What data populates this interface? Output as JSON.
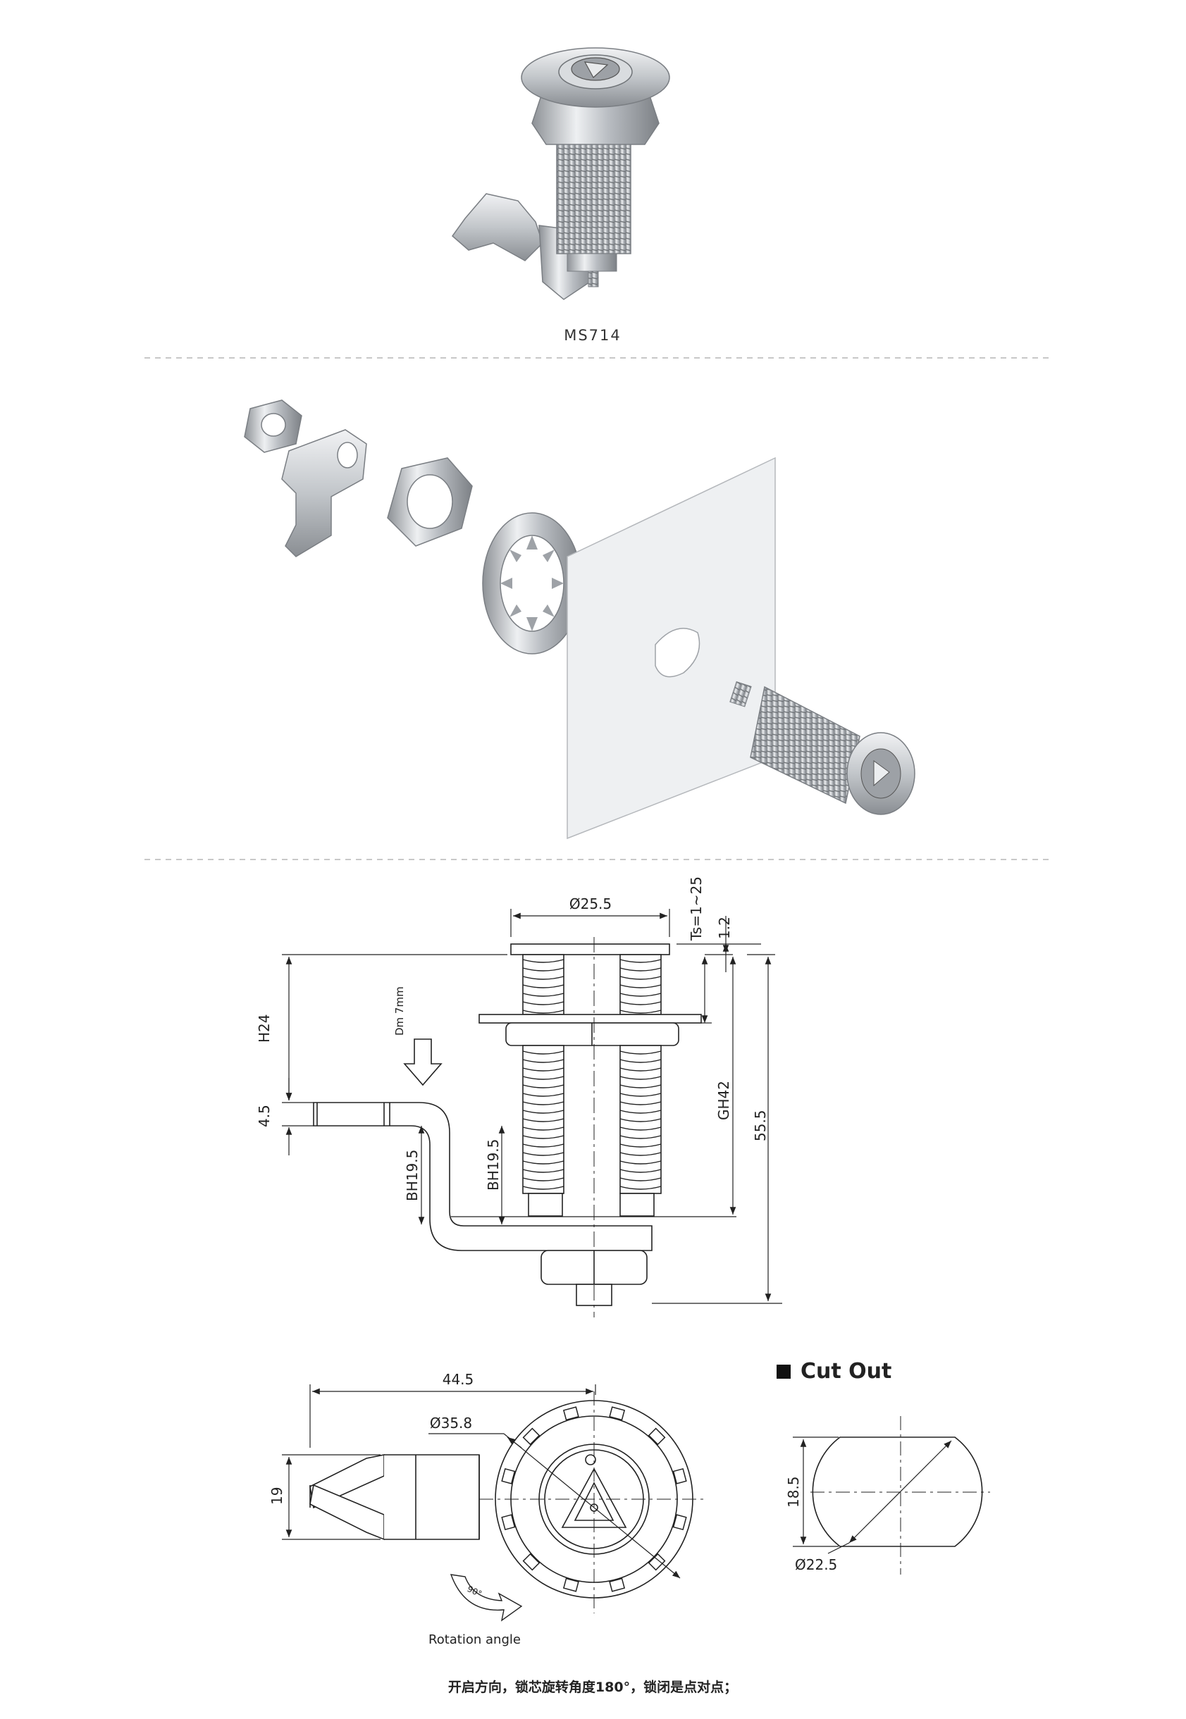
{
  "product": {
    "model": "MS714"
  },
  "dimensions": {
    "top_diameter": "Ø25.5",
    "ts_range": "Ts=1~25",
    "flange_thickness": "1.2",
    "h": "H24",
    "cam_thickness": "4.5",
    "dm": "Dm 7mm",
    "bh_outer": "BH19.5",
    "bh_inner": "BH19.5",
    "gh": "GH42",
    "total_length": "55.5",
    "cam_length": "44.5",
    "outer_diameter": "Ø35.8",
    "cam_width": "19",
    "rotation_degrees": "90°"
  },
  "cutout": {
    "title": "Cut Out",
    "flat_width": "18.5",
    "diameter": "Ø22.5"
  },
  "labels": {
    "rotation_angle": "Rotation angle"
  },
  "footer_note": "开启方向，锁芯旋转角度180°，锁闭是点对点；",
  "colors": {
    "line": "#222222",
    "metal": "#c9ccd0",
    "panel": "#eef0f2"
  }
}
